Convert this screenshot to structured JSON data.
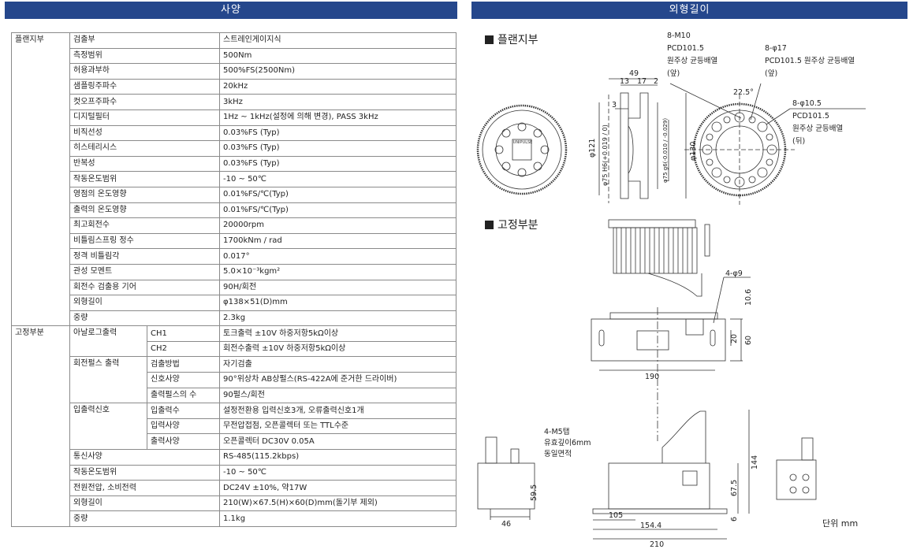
{
  "headers": {
    "spec": "사양",
    "dimensions": "외형길이"
  },
  "spec": {
    "flange_section": "플랜지부",
    "fixed_section": "고정부분",
    "flange_rows": [
      {
        "label": "검출부",
        "value": "스트레인게이지식"
      },
      {
        "label": "측정범위",
        "value": "500Nm"
      },
      {
        "label": "허용과부하",
        "value": "500%FS(2500Nm)"
      },
      {
        "label": "샘플링주파수",
        "value": "20kHz"
      },
      {
        "label": "컷오프주파수",
        "value": "3kHz"
      },
      {
        "label": "디지털필터",
        "value": "1Hz ~ 1kHz(설정에 의해 변경), PASS 3kHz"
      },
      {
        "label": "비직선성",
        "value": "0.03%FS (Typ)"
      },
      {
        "label": "히스테리시스",
        "value": "0.03%FS (Typ)"
      },
      {
        "label": "반복성",
        "value": "0.03%FS (Typ)"
      },
      {
        "label": "작동온도범위",
        "value": "-10 ~ 50℃"
      },
      {
        "label": "영점의 온도영향",
        "value": "0.01%FS/℃(Typ)"
      },
      {
        "label": "출력의 온도영향",
        "value": "0.01%FS/℃(Typ)"
      },
      {
        "label": "최고회전수",
        "value": "20000rpm"
      },
      {
        "label": "비틀림스프링 정수",
        "value": "1700kNm / rad"
      },
      {
        "label": "정격 비틀림각",
        "value": "0.017°"
      },
      {
        "label": "관성 모멘트",
        "value": "5.0×10⁻³kgm²"
      },
      {
        "label": "회전수 검출용 기어",
        "value": "90H/회전"
      },
      {
        "label": "외형길이",
        "value": "φ138×51(D)mm"
      },
      {
        "label": "중량",
        "value": "2.3kg"
      }
    ],
    "analog_output": {
      "label": "아날로그출력",
      "ch1": "CH1",
      "ch1_value": "토크출력 ±10V 하중저항5kΩ이상",
      "ch2": "CH2",
      "ch2_value": "회전수출력 ±10V 하중저항5kΩ이상"
    },
    "pulse_output": {
      "label": "회전펄스 출력",
      "rows": [
        {
          "sub": "검출방법",
          "value": "자기검출"
        },
        {
          "sub": "신호사양",
          "value": "90°위상차 AB상펄스(RS-422A에 준거한 드라이버)"
        },
        {
          "sub": "출력펄스의 수",
          "value": "90펄스/회전"
        }
      ]
    },
    "io_signal": {
      "label": "입출력신호",
      "rows": [
        {
          "sub": "입출력수",
          "value": "설정전환용 입력신호3개, 오류출력신호1개"
        },
        {
          "sub": "입력사양",
          "value": "무전압접점, 오픈콜렉터 또는 TTL수준"
        },
        {
          "sub": "출력사양",
          "value": "오픈콜렉터 DC30V 0.05A"
        }
      ]
    },
    "fixed_rows": [
      {
        "label": "통신사양",
        "value": "RS-485(115.2kbps)"
      },
      {
        "label": "작동온도범위",
        "value": "-10 ~ 50℃"
      },
      {
        "label": "전원전압, 소비전력",
        "value": "DC24V ±10%, 약17W"
      },
      {
        "label": "외형길이",
        "value": "210(W)×67.5(H)×60(D)mm(돌기부 제외)"
      },
      {
        "label": "중량",
        "value": "1.1kg"
      }
    ]
  },
  "drawing": {
    "flange_title": "플랜지부",
    "fixed_title": "고정부분",
    "unit": "단위 mm",
    "flange_labels": {
      "m10": "8-M10",
      "m10_pcd": "PCD101.5",
      "m10_desc": "원주상 균등배열",
      "m10_side": "(앞)",
      "d17": "8-φ17",
      "d17_desc": "PCD101.5 원주상 균등배열",
      "d17_side": "(앞)",
      "d10": "8-φ10.5",
      "d10_pcd": "PCD101.5",
      "d10_desc": "원주상 균등배열",
      "d10_side": "(뒤)",
      "angle": "22.5°",
      "dim_49": "49",
      "dim_13": "13",
      "dim_17": "17",
      "dim_2": "2",
      "dim_3": "3",
      "dim_121": "φ121",
      "dim_75h6": "φ75 H6(+0.019 / 0)",
      "dim_75g6": "φ75 g6(-0.010 / -0.029)",
      "dim_130": "φ130",
      "logo": "UNIPULSE"
    },
    "fixed_labels": {
      "d9": "4-φ9",
      "dim_10_6": "10.6",
      "dim_20": "20",
      "dim_60": "60",
      "dim_190": "190",
      "m5_1": "4-M5탭",
      "m5_2": "유효깊이6mm",
      "m5_3": "동일면적",
      "dim_59_5": "59.5",
      "dim_46": "46",
      "dim_67_5": "67.5",
      "dim_144": "144",
      "dim_6": "6",
      "dim_105": "105",
      "dim_154_4": "154.4",
      "dim_210": "210"
    }
  }
}
